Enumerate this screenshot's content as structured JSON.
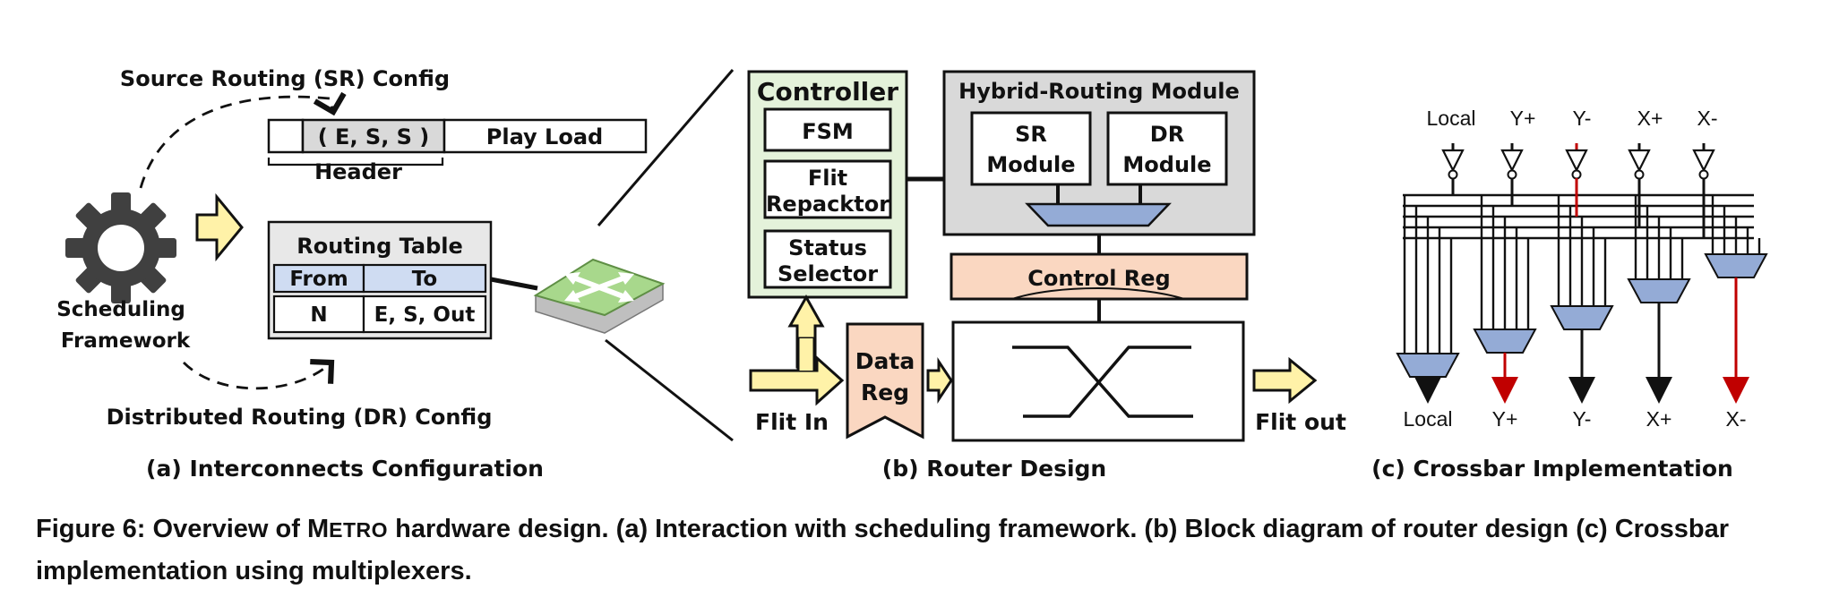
{
  "panel_a": {
    "sr_config": "Source Routing (SR) Config",
    "header_field": "( E, S, S )",
    "payload": "Play Load",
    "header_label": "Header",
    "routing_table_title": "Routing Table",
    "col_from": "From",
    "col_to": "To",
    "row_from": "N",
    "row_to": "E, S, Out",
    "scheduling_line1": "Scheduling",
    "scheduling_line2": "Framework",
    "dr_config": "Distributed Routing (DR) Config",
    "caption": "(a) Interconnects Configuration"
  },
  "panel_b": {
    "controller": "Controller",
    "fsm": "FSM",
    "flit_repacktor_line1": "Flit",
    "flit_repacktor_line2": "Repacktor",
    "status_line1": "Status",
    "status_line2": "Selector",
    "hybrid_module": "Hybrid-Routing Module",
    "sr_module_line1": "SR",
    "sr_module_line2": "Module",
    "dr_module_line1": "DR",
    "dr_module_line2": "Module",
    "control_reg": "Control Reg",
    "data_reg_line1": "Data",
    "data_reg_line2": "Reg",
    "flit_in": "Flit In",
    "flit_out": "Flit out",
    "caption": "(b) Router Design"
  },
  "panel_c": {
    "inputs": [
      "Local",
      "Y+",
      "Y-",
      "X+",
      "X-"
    ],
    "outputs": [
      "Local",
      "Y+",
      "Y-",
      "X+",
      "X-"
    ],
    "caption": "(c) Crossbar Implementation"
  },
  "figure_caption": {
    "prefix": "Figure 6: Overview of ",
    "name_initial": "M",
    "name_rest": "ETRO",
    "suffix": " hardware design. (a) Interaction with scheduling framework. (b) Block diagram of router design (c) Crossbar implementation using multiplexers."
  },
  "colors": {
    "gray_box": "#d9d9d9",
    "light_blue": "#cfdcf2",
    "mux_blue": "#94abd6",
    "arrow_yellow": "#fff2a8",
    "controller_green": "#e4f2da",
    "peach": "#fad7c1",
    "router_green": "#a8d88c",
    "highlight_red": "#c00000"
  }
}
